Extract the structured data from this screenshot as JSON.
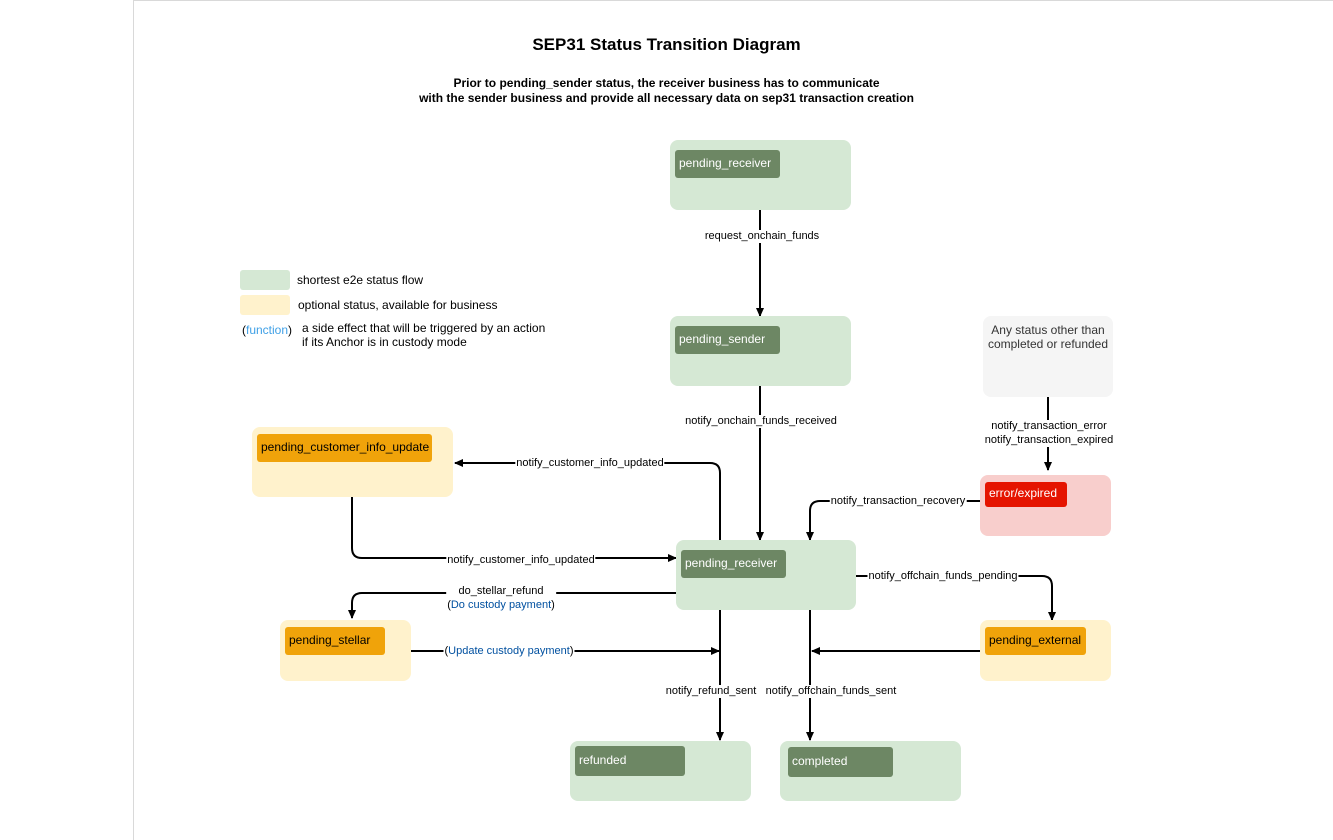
{
  "title": "SEP31 Status Transition Diagram",
  "subtitle": {
    "line1": "Prior to pending_sender status, the receiver business has to communicate",
    "line2": "with the sender business and provide all necessary data on sep31 transaction creation"
  },
  "legend": {
    "shortest": "shortest e2e status flow",
    "optional": "optional status, available for business",
    "function_open": "(",
    "function_word": "function",
    "function_close": ")",
    "side_effect_line1": "a side effect that will be triggered by an action",
    "side_effect_line2": "if its Anchor is in custody mode"
  },
  "colors": {
    "shortest": "#d5e8d4",
    "optional": "#fff2cc",
    "error": "#f8cecc",
    "tag_green": "#6d8764",
    "tag_orange": "#f0a30a",
    "tag_red": "#e51400",
    "custody_link": "#0050a0"
  },
  "nodes": {
    "pending_receiver_top": "pending_receiver",
    "pending_sender": "pending_sender",
    "pending_receiver_main": "pending_receiver",
    "pending_customer_info_update": "pending_customer_info_update",
    "pending_stellar": "pending_stellar",
    "pending_external": "pending_external",
    "error_expired": "error/expired",
    "refunded": "refunded",
    "completed": "completed",
    "any_status_line1": "Any status other than",
    "any_status_line2": "completed or refunded"
  },
  "edges": {
    "request_onchain_funds": "request_onchain_funds",
    "notify_onchain_funds_received": "notify_onchain_funds_received",
    "notify_customer_info_updated_up": "notify_customer_info_updated",
    "notify_customer_info_updated_down": "notify_customer_info_updated",
    "notify_transaction_error": "notify_transaction_error",
    "notify_transaction_expired": "notify_transaction_expired",
    "notify_transaction_recovery": "notify_transaction_recovery",
    "notify_offchain_funds_pending": "notify_offchain_funds_pending",
    "do_stellar_refund": "do_stellar_refund",
    "do_custody_payment": "Do custody payment",
    "update_custody_payment": "Update custody payment",
    "paren_open": "(",
    "paren_close": ")",
    "notify_refund_sent": "notify_refund_sent",
    "notify_offchain_funds_sent": "notify_offchain_funds_sent"
  }
}
